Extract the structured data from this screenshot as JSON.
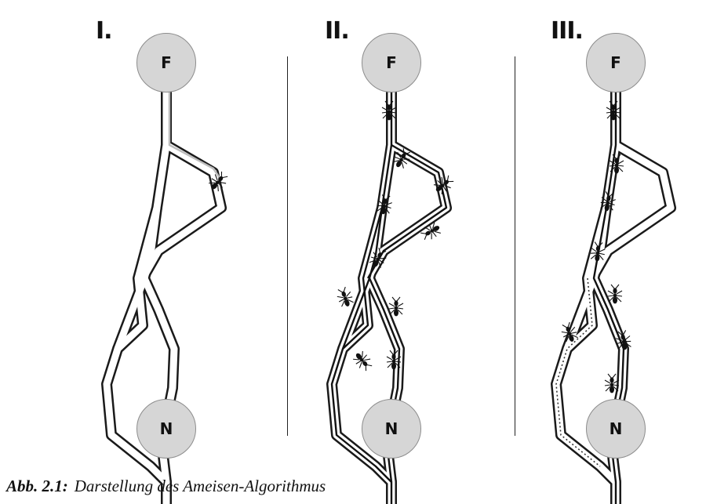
{
  "panels": [
    {
      "label": "I."
    },
    {
      "label": "II."
    },
    {
      "label": "III."
    }
  ],
  "nodes": {
    "food": "F",
    "nest": "N"
  },
  "caption": {
    "label": "Abb. 2.1:",
    "text": "Darstellung des Ameisen-Algorithmus"
  }
}
